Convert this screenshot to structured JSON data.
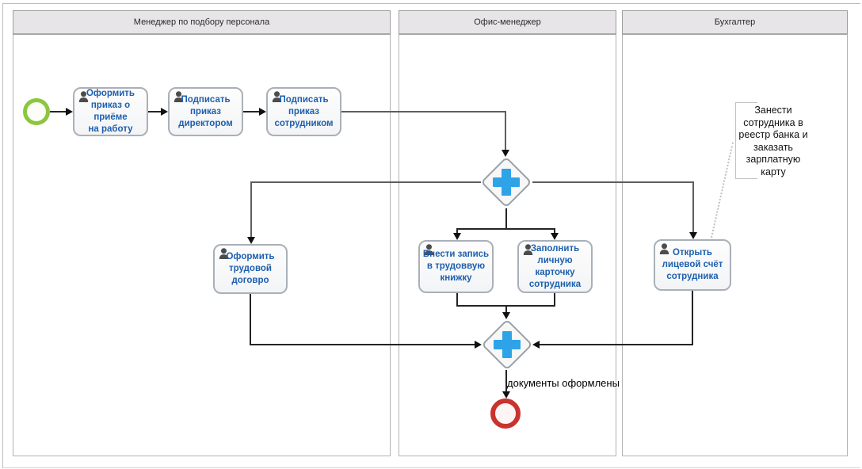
{
  "lanes": [
    {
      "title": "Менеджер по подбору персонала"
    },
    {
      "title": "Офис-менеджер"
    },
    {
      "title": "Бухгалтер"
    }
  ],
  "tasks": {
    "order": {
      "label": "Оформить\nприказ о приёме\nна работу"
    },
    "sign_director": {
      "label": "Подписать\nприказ\nдиректором"
    },
    "sign_employee": {
      "label": "Подписать\nприказ\nсотрудником"
    },
    "contract": {
      "label": "Оформить\nтрудовой\nдоговро"
    },
    "workbook": {
      "label": "Внести запись\nв трудоввую\nкнижку"
    },
    "personal_card": {
      "label": "Заполнить\nличную\nкарточку\nсотрудника"
    },
    "account": {
      "label": "Открыть\nлицевой счёт\nсотрудника"
    }
  },
  "events": {
    "start": {
      "type": "start",
      "color": "#8cc63e"
    },
    "end": {
      "type": "end",
      "color": "#c9332e"
    }
  },
  "gateways": {
    "split": {
      "type": "parallel",
      "symbol": "plus"
    },
    "join": {
      "type": "parallel",
      "symbol": "plus"
    }
  },
  "flow_labels": {
    "end": "документы оформлены"
  },
  "annotation": {
    "text": "Занести\nсотрудника в\nреестр банка и\nзаказать\nзарплатную\nкарту"
  },
  "colors": {
    "gateway_plus": "#2ea3e8",
    "task_text": "#1d5fae",
    "task_border": "#a9b0b8",
    "lane_header_bg": "#e8e5e8",
    "start_event": "#8cc63e",
    "end_event": "#c9332e"
  }
}
